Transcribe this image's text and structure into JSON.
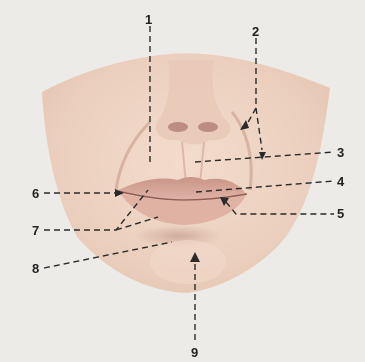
{
  "figure": {
    "labels": [
      "1",
      "2",
      "3",
      "4",
      "5",
      "6",
      "7",
      "8",
      "9"
    ],
    "colors": {
      "paper": "#ecebe8",
      "skin": "#ecd2c2",
      "lip": "#d7a699",
      "line": "#2a2a2a"
    }
  }
}
